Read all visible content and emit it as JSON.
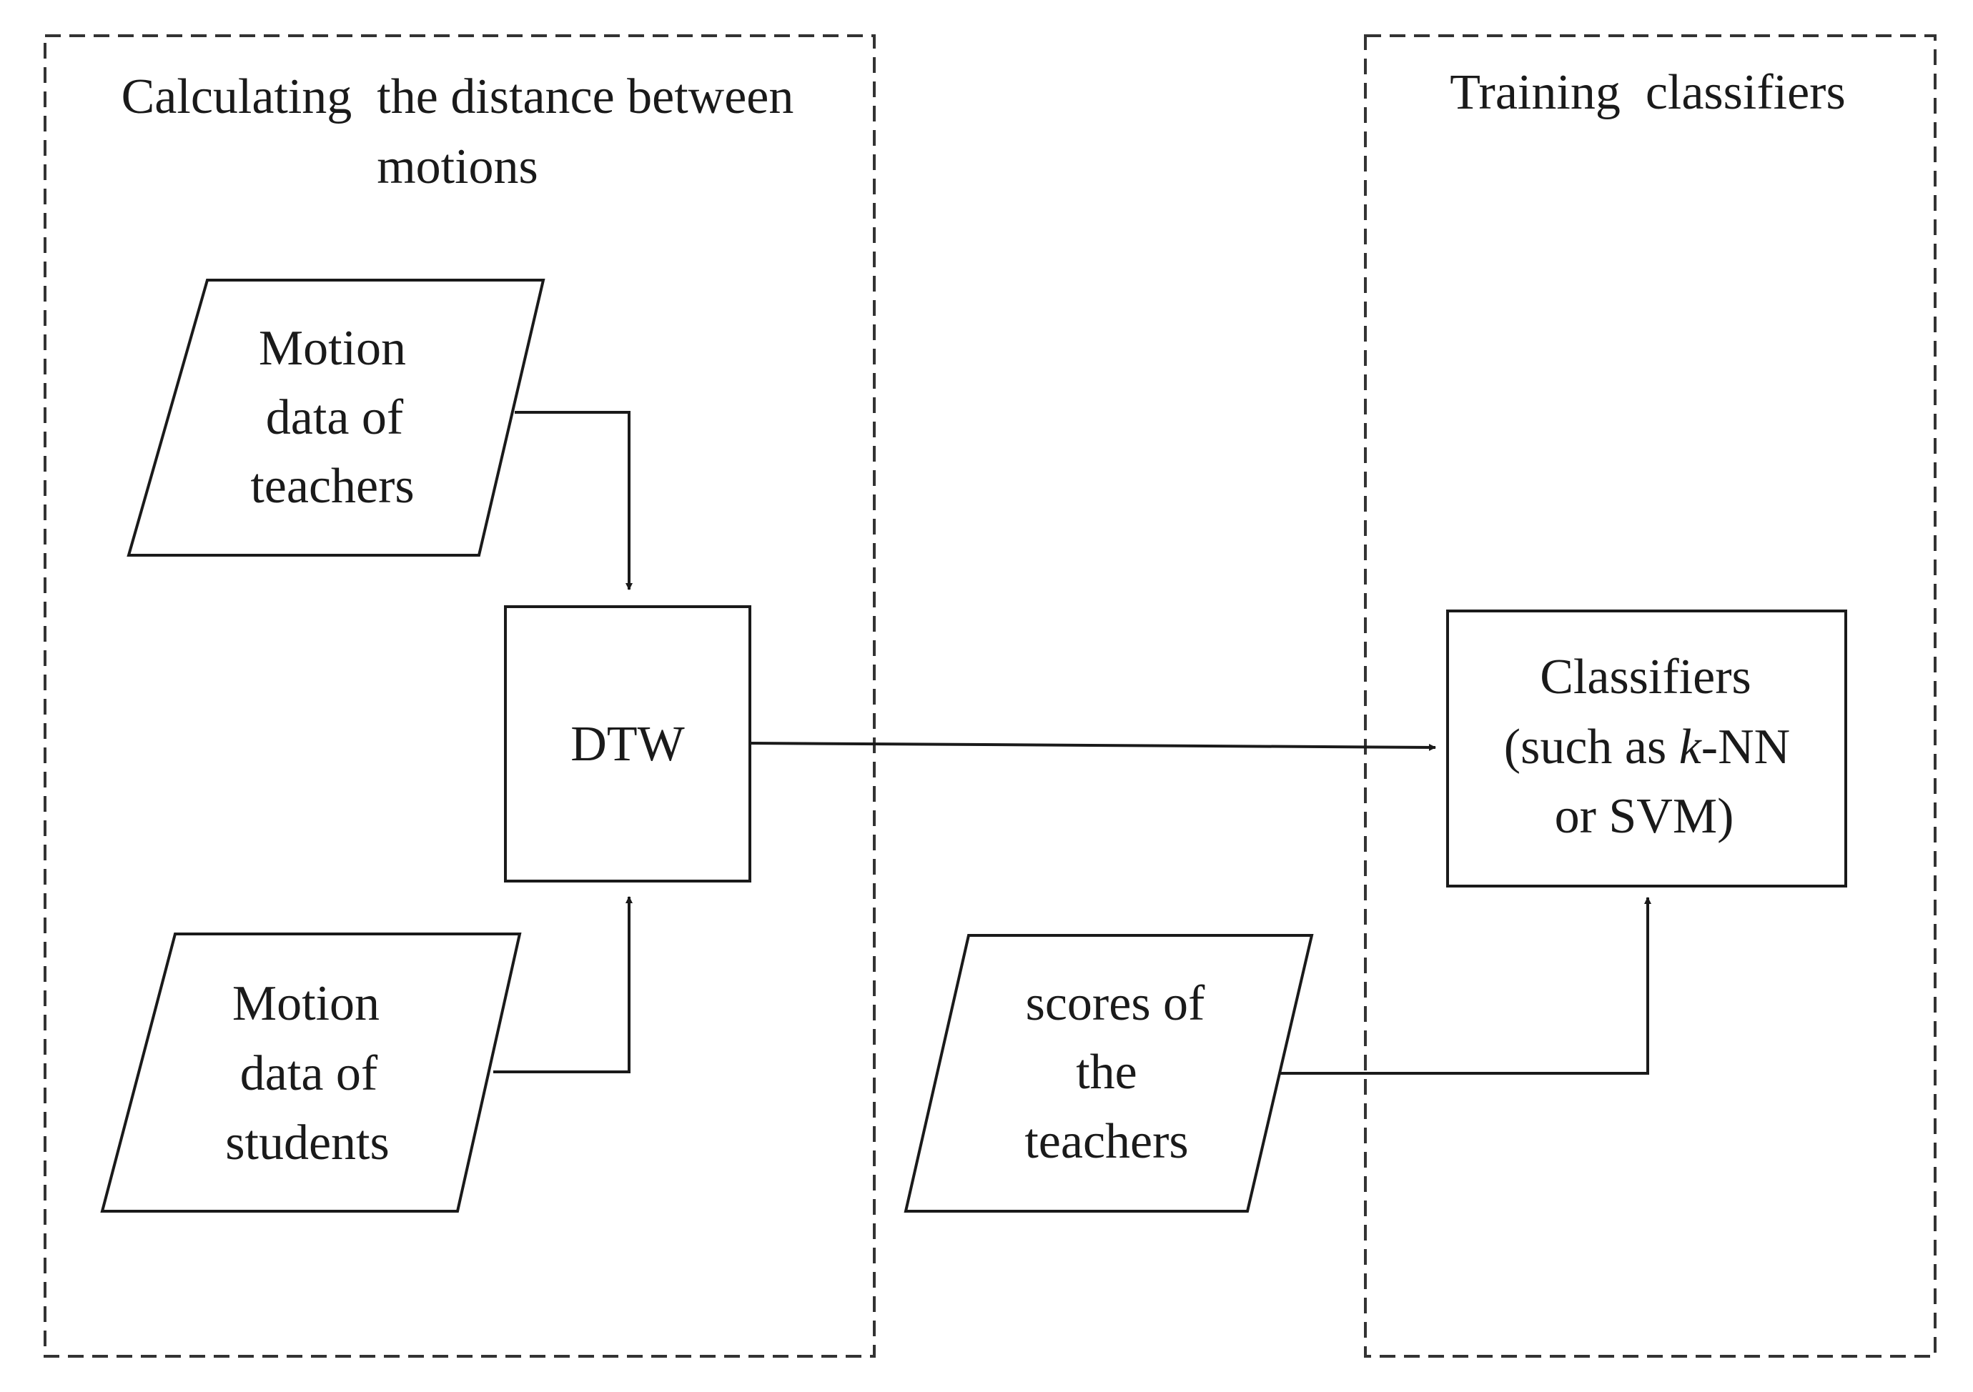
{
  "groups": {
    "distance": {
      "title_line1": "Calculating  the distance between",
      "title_line2": "motions"
    },
    "training": {
      "title": "Training  classifiers"
    }
  },
  "nodes": {
    "teachers_motion": {
      "lines": [
        "Motion",
        "data of",
        "teachers"
      ]
    },
    "students_motion": {
      "lines": [
        "Motion",
        "data of",
        "students"
      ]
    },
    "dtw": {
      "label": "DTW"
    },
    "scores": {
      "lines": [
        "scores of",
        "the",
        "teachers"
      ]
    },
    "classifiers": {
      "line1": "Classifiers",
      "line2_prefix": "(such as ",
      "line2_italic": "k",
      "line2_suffix": "-NN",
      "line3": "or SVM)"
    }
  },
  "colors": {
    "stroke": "#1a1a1a",
    "background": "#ffffff"
  }
}
